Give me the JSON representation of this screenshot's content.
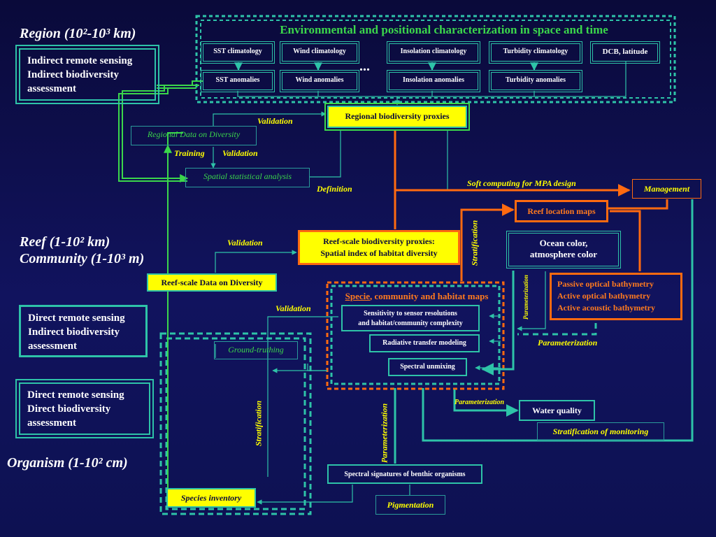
{
  "scales": {
    "region": "Region (10²-10³ km)",
    "reef": "Reef (1-10² km)",
    "community": "Community (1-10³ m)",
    "organism": "Organism (1-10² cm)"
  },
  "approaches": {
    "indirect_indirect": "Indirect remote sensing\nIndirect biodiversity\nassessment",
    "direct_indirect": "Direct remote sensing\nIndirect biodiversity\nassessment",
    "direct_direct": "Direct remote sensing\nDirect biodiversity\nassessment"
  },
  "env": {
    "title": "Environmental and positional characterization in space and time",
    "climatologies": [
      "SST climatology",
      "Wind climatology",
      "Insolation climatology",
      "Turbidity climatology",
      "DCB, latitude"
    ],
    "anomalies": [
      "SST anomalies",
      "Wind anomalies",
      "Insolation anomalies",
      "Turbidity anomalies"
    ],
    "ellipsis": "..."
  },
  "nodes": {
    "regional_proxies": "Regional biodiversity proxies",
    "regional_data": "Regional Data on Diversity",
    "spatial_stats": "Spatial statistical analysis",
    "management": "Management",
    "reef_maps": "Reef location maps",
    "reef_proxies": "Reef-scale biodiversity proxies:\nSpatial index of habitat diversity",
    "ocean_color": "Ocean color,\natmosphere color",
    "bathymetry": "Passive optical bathymetry\nActive optical bathymetry\nActive acoustic bathymetry",
    "reef_data": "Reef-scale Data on Diversity",
    "maps_title_part1": "Specie",
    "maps_title_part2": ", community and habitat maps",
    "sensitivity": "Sensitivity to sensor resolutions\nand habitat/community complexity",
    "rtm": "Radiative transfer modeling",
    "unmixing": "Spectral unmixing",
    "ground_truthing": "Ground-truthing",
    "water_quality": "Water quality",
    "strat_monitoring": "Stratification of monitoring",
    "spectral_sig": "Spectral signatures of benthic organisms",
    "pigmentation": "Pigmentation",
    "species_inventory": "Species inventory"
  },
  "labels": {
    "validation": "Validation",
    "training": "Training",
    "definition": "Definition",
    "soft_computing": "Soft computing for MPA design",
    "stratification": "Stratification",
    "parameterization": "Parameterization"
  },
  "colors": {
    "teal": "#2ec3a8",
    "green": "#3bd64b",
    "orange": "#ff6a10",
    "yellow": "#ffff00",
    "background": "#0d1152"
  }
}
